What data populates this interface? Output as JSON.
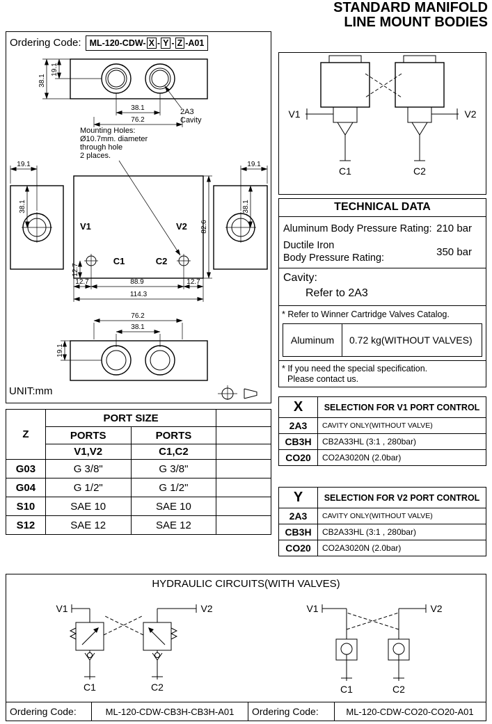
{
  "page": {
    "title_line1": "STANDARD MANIFOLD",
    "title_line2": "LINE MOUNT BODIES"
  },
  "ordering": {
    "label": "Ordering Code:",
    "prefix": "ML-120-CDW-",
    "x": "X",
    "sep1": "-",
    "y": "Y",
    "sep2": "-",
    "z": "Z",
    "suffix": "-A01"
  },
  "drawing": {
    "unit": "UNIT:mm",
    "top_view": {
      "h": "38.1",
      "h_half": "19.1",
      "hole_spacing": "38.1",
      "width": "76.2",
      "cavity1": "2A3",
      "cavity2": "Cavity",
      "note1": "Mounting Holes:",
      "note2": "Ø10.7mm. diameter",
      "note3": "through hole",
      "note4": "2 places."
    },
    "front_view": {
      "off_left": "19.1",
      "off_right": "19.1",
      "side_h_left": "38.1",
      "side_h_right": "38.1",
      "total_h": "82.6",
      "c_off": "12.7",
      "v1": "V1",
      "v2": "V2",
      "c1": "C1",
      "c2": "C2",
      "b1": "12.7",
      "b2": "88.9",
      "b3": "12.7",
      "total_w": "114.3"
    },
    "bottom_view": {
      "width": "76.2",
      "hole_spacing": "38.1",
      "h_half": "19.1"
    }
  },
  "schematic": {
    "v1": "V1",
    "v2": "V2",
    "c1": "C1",
    "c2": "C2"
  },
  "technical": {
    "title": "TECHNICAL DATA",
    "row1_label": "Aluminum Body Pressure Rating:",
    "row1_value": "210 bar",
    "row2_label1": "Ductile Iron",
    "row2_label2": "Body Pressure Rating:",
    "row2_value": "350 bar",
    "cavity_label": "Cavity:",
    "cavity_value": "Refer to 2A3",
    "note_catalog": "* Refer to Winner Cartridge Valves Catalog.",
    "weight_material": "Aluminum",
    "weight_value": "0.72  kg(WITHOUT VALVES)",
    "note_special1": "* If you need the special specification.",
    "note_special2": "Please contact us."
  },
  "port_table": {
    "z": "Z",
    "title": "PORT SIZE",
    "ports1": "PORTS",
    "ports2": "PORTS",
    "sub1": "V1,V2",
    "sub2": "C1,C2",
    "rows": [
      {
        "z": "G03",
        "v": "G 3/8\"",
        "c": "G 3/8\""
      },
      {
        "z": "G04",
        "v": "G 1/2\"",
        "c": "G 1/2\""
      },
      {
        "z": "S10",
        "v": "SAE 10",
        "c": "SAE 10"
      },
      {
        "z": "S12",
        "v": "SAE 12",
        "c": "SAE 12"
      }
    ]
  },
  "x_table": {
    "key": "X",
    "title": "SELECTION FOR V1 PORT CONTROL",
    "rows": [
      {
        "code": "2A3",
        "desc": "CAVITY ONLY(WITHOUT VALVE)"
      },
      {
        "code": "CB3H",
        "desc": "CB2A33HL (3:1 , 280bar)"
      },
      {
        "code": "CO20",
        "desc": "CO2A3020N (2.0bar)"
      }
    ]
  },
  "y_table": {
    "key": "Y",
    "title": "SELECTION FOR V2 PORT CONTROL",
    "rows": [
      {
        "code": "2A3",
        "desc": "CAVITY ONLY(WITHOUT VALVE)"
      },
      {
        "code": "CB3H",
        "desc": "CB2A33HL (3:1 , 280bar)"
      },
      {
        "code": "CO20",
        "desc": "CO2A3020N (2.0bar)"
      }
    ]
  },
  "circuits": {
    "title": "HYDRAULIC CIRCUITS(WITH VALVES)",
    "left": {
      "v1": "V1",
      "v2": "V2",
      "c1": "C1",
      "c2": "C2",
      "ordering_label": "Ordering Code:",
      "code": "ML-120-CDW-CB3H-CB3H-A01"
    },
    "right": {
      "v1": "V1",
      "v2": "V2",
      "c1": "C1",
      "c2": "C2",
      "ordering_label": "Ordering Code:",
      "code": "ML-120-CDW-CO20-CO20-A01"
    }
  }
}
